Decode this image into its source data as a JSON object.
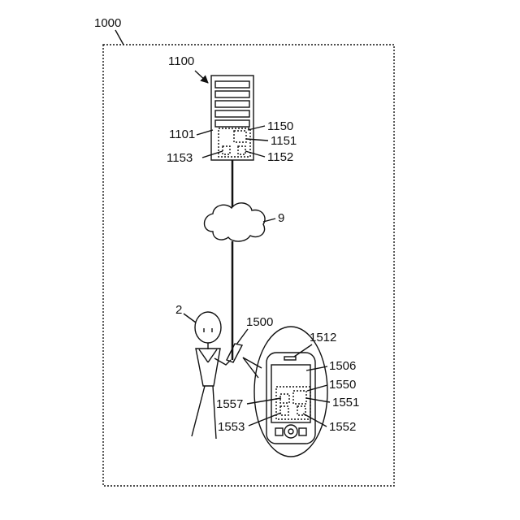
{
  "labels": {
    "system": "1000",
    "server": "1100",
    "server_storage": "1101",
    "server_program_area": "1150",
    "server_item_1151": "1151",
    "server_item_1152": "1152",
    "server_item_1153": "1153",
    "network": "9",
    "user": "2",
    "terminal": "1500",
    "terminal_speaker": "1512",
    "terminal_display": "1506",
    "terminal_program_area": "1550",
    "terminal_item_1551": "1551",
    "terminal_item_1552": "1552",
    "terminal_item_1553": "1553",
    "terminal_item_1557": "1557"
  }
}
